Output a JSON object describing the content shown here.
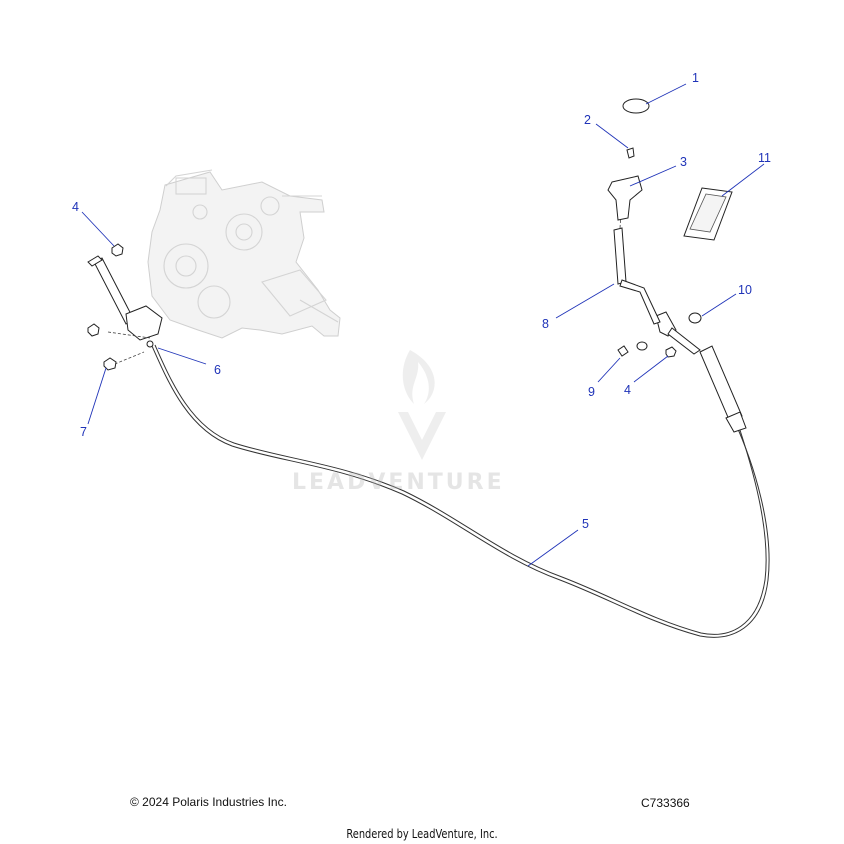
{
  "callouts": [
    {
      "label": "1"
    },
    {
      "label": "2"
    },
    {
      "label": "3"
    },
    {
      "label": "11"
    },
    {
      "label": "4"
    },
    {
      "label": "10"
    },
    {
      "label": "8"
    },
    {
      "label": "9"
    },
    {
      "label": "4"
    },
    {
      "label": "6"
    },
    {
      "label": "7"
    },
    {
      "label": "5"
    }
  ],
  "footer": {
    "copyright": "© 2024 Polaris Industries Inc.",
    "diagram_code": "C733366",
    "rendered_by": "Rendered by LeadVenture, Inc."
  },
  "watermark": {
    "text": "LEADVENTURE"
  },
  "colors": {
    "callout": "#1f33b8",
    "line": "#222222",
    "ghost": "#d4d4d4"
  }
}
